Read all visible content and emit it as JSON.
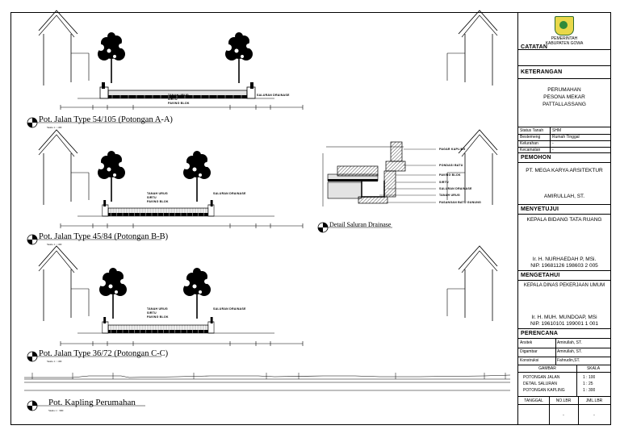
{
  "sections": [
    {
      "title": "Pot. Jalan Type 54/105 (Potongan A-A)",
      "scale": "Skala 1 : 100",
      "labels": [
        "TANAH URUG",
        "SIRTU",
        "PAVING BLOK",
        "SALURAN DRAINASE"
      ]
    },
    {
      "title": "Pot. Jalan Type 45/84 (Potongan B-B)",
      "scale": "Skala 1 : 100",
      "labels": [
        "TANAH URUG",
        "SIRTU",
        "PAVING BLOK",
        "SALURAN DRAINASE"
      ]
    },
    {
      "title": "Pot. Jalan Type 36/72 (Potongan C-C)",
      "scale": "Skala 1 : 100",
      "labels": [
        "TANAH URUG",
        "SIRTU",
        "PAVING BLOK",
        "SALURAN DRAINASE"
      ]
    }
  ],
  "kapling": {
    "title": "Pot. Kapling Perumahan",
    "scale": "Skala 1 : 300"
  },
  "detail": {
    "title": "Detail Saluran Drainase",
    "labels": [
      "PAGAR KAPLING",
      "PONDASI BATU",
      "PAVING BLOK",
      "SIRTU",
      "SALURAN DRAINASE",
      "TANAH URUG",
      "PASANGAN BATU GUNUNG"
    ]
  },
  "titleblock": {
    "logo_text": [
      "PEMERINTAH",
      "KABUPATEN GOWA"
    ],
    "catatan": "CATATAN",
    "keterangan": "KETERANGAN",
    "project": [
      "PERUMAHAN",
      "PESONA MEKAR",
      "PATTALLASSANG"
    ],
    "info": [
      {
        "k": "Status Tanah",
        "v": "SHM"
      },
      {
        "k": "Bestemeng",
        "v": "Rumah Tinggal"
      },
      {
        "k": "Kelurahan",
        "v": "-"
      },
      {
        "k": "Kecamatan",
        "v": "-"
      }
    ],
    "pemohon": "PEMOHON",
    "pemohon_name": "PT. MEGA KARYA ARSITEKTUR",
    "pemohon_person": "AMIRULLAH, ST.",
    "menyetujui": "MENYETUJUI",
    "menyetujui_role": "KEPALA BIDANG TATA RUANG",
    "menyetujui_name": "Ir. H. NURHAEDAH P, MSi.",
    "menyetujui_nip": "NIP. 19681126 198603 2 005",
    "mengetahui": "MENGETAHUI",
    "mengetahui_role": "KEPALA DINAS PEKERJAAN UMUM",
    "mengetahui_name": "Ir. H. MUH. MUNDOAP, MSi",
    "mengetahui_nip": "NIP. 19610101 199001 1 001",
    "perencana": "PERENCANA",
    "team": [
      {
        "k": "Arsitek",
        "v": "Amirullah, ST."
      },
      {
        "k": "Digambar",
        "v": "Amirullah, ST."
      },
      {
        "k": "Konstruksi",
        "v": "Fahrudin,ST."
      }
    ],
    "gambar_h": "GAMBAR",
    "skala_h": "SKALA",
    "gambar_items": [
      "POTONGAN JALAN",
      "DETAIL SALURAN",
      "POTONGAN KAPLING"
    ],
    "skala_items": [
      "1 : 100",
      "1 : 25",
      "1 : 300"
    ],
    "tanggal_h": "TANGGAL",
    "nolbr_h": "NO.LBR",
    "jmllbr_h": "JML.LBR",
    "nolbr_v": "-",
    "jmllbr_v": "-"
  }
}
